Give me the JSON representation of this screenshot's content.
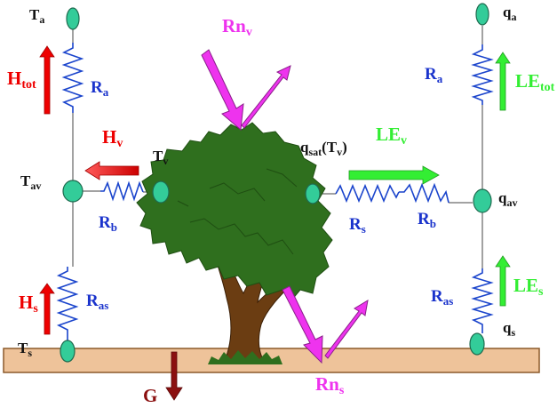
{
  "colors": {
    "ground": "#eec39a",
    "ground_edge": "#8b5a2b",
    "node": "#33cc99",
    "node_edge": "#1e6b4f",
    "resistor": "#1a44cc",
    "wire": "#444444",
    "sensible": "#ee0000",
    "latent": "#33ee33",
    "radiation": "#ee33ee",
    "soil_flux": "#8b1010",
    "resistance_label": "#1a33cc",
    "foliage": "#2f6f1e",
    "trunk": "#6b3d12"
  },
  "icons": [
    "node-circle",
    "resistor-zigzag",
    "flux-arrow",
    "tree"
  ],
  "labels": {
    "T_a": {
      "main": "T",
      "sub": "a"
    },
    "T_av": {
      "main": "T",
      "sub": "av"
    },
    "T_s": {
      "main": "T",
      "sub": "s"
    },
    "T_v": {
      "main": "T",
      "sub": "v"
    },
    "q_a": {
      "main": "q",
      "sub": "a"
    },
    "q_av": {
      "main": "q",
      "sub": "av"
    },
    "q_s": {
      "main": "q",
      "sub": "s"
    },
    "q_sat": {
      "main": "q",
      "sub": "sat",
      "tail": "(T",
      "sub2": "v",
      "close": ")"
    },
    "R_a_left": {
      "main": "R",
      "sub": "a"
    },
    "R_b_left": {
      "main": "R",
      "sub": "b"
    },
    "R_as_left": {
      "main": "R",
      "sub": "as"
    },
    "R_a_right": {
      "main": "R",
      "sub": "a"
    },
    "R_s_right": {
      "main": "R",
      "sub": "s"
    },
    "R_b_right": {
      "main": "R",
      "sub": "b"
    },
    "R_as_right": {
      "main": "R",
      "sub": "as"
    },
    "H_tot": {
      "main": "H",
      "sub": "tot"
    },
    "H_v": {
      "main": "H",
      "sub": "v"
    },
    "H_s": {
      "main": "H",
      "sub": "s"
    },
    "LE_tot": {
      "main": "LE",
      "sub": "tot"
    },
    "LE_v": {
      "main": "LE",
      "sub": "v"
    },
    "LE_s": {
      "main": "LE",
      "sub": "s"
    },
    "Rn_v": {
      "main": "Rn",
      "sub": "v"
    },
    "Rn_s": {
      "main": "Rn",
      "sub": "s"
    },
    "G": {
      "main": "G"
    }
  }
}
